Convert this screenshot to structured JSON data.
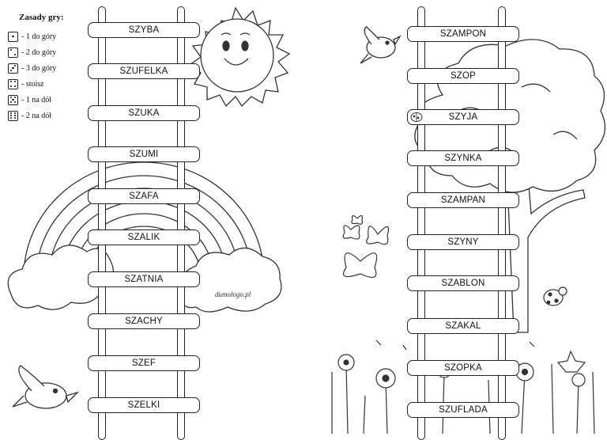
{
  "rules": {
    "title": "Zasady gry:",
    "items": [
      {
        "die": 1,
        "text": "- 1 do góry"
      },
      {
        "die": 2,
        "text": "- 2 do góry"
      },
      {
        "die": 3,
        "text": "- 3 do góry"
      },
      {
        "die": 4,
        "text": "- stoisz"
      },
      {
        "die": 5,
        "text": "- 1 na dół"
      },
      {
        "die": 6,
        "text": "- 2 na dół"
      }
    ]
  },
  "ladder_left": {
    "words": [
      "SZYBA",
      "SZUFELKA",
      "SZUKA",
      "SZUMI",
      "SZAFA",
      "SZALIK",
      "SZATNIA",
      "SZACHY",
      "SZEF",
      "SZELKI"
    ]
  },
  "ladder_right": {
    "words": [
      "SZAMPON",
      "SZOP",
      "SZYJA",
      "SZYNKA",
      "SZAMPAN",
      "SZYNY",
      "SZABLON",
      "SZAKAL",
      "SZOPKA",
      "SZUFLADA"
    ]
  },
  "credit": "dumologo.pl",
  "colors": {
    "line": "#222222",
    "background": "#ffffff"
  }
}
